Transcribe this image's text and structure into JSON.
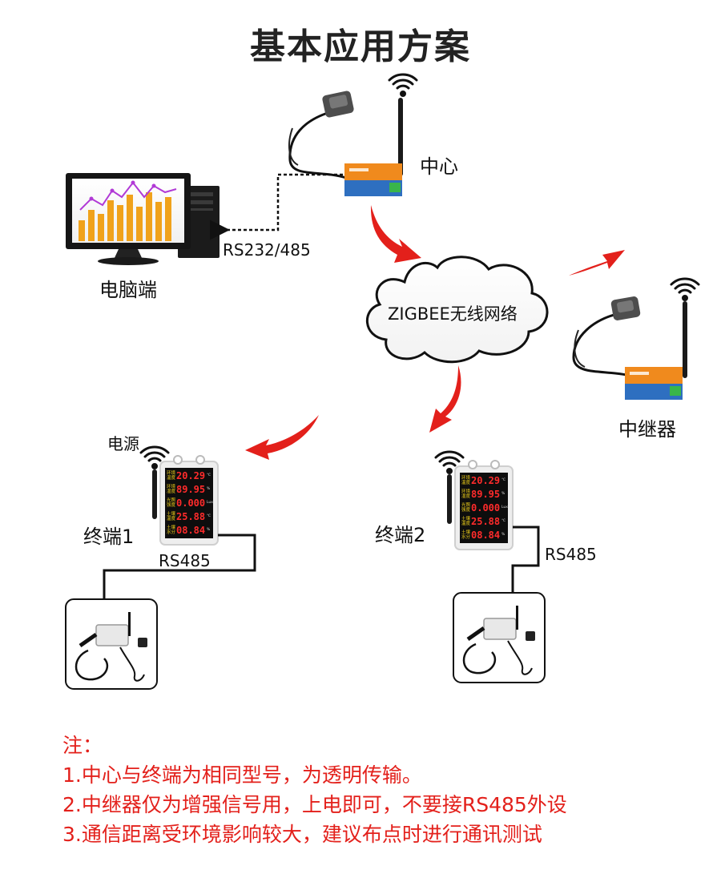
{
  "title": "基本应用方案",
  "nodes": {
    "center": "中心",
    "pc": "电脑端",
    "network": "ZIGBEE无线网络",
    "repeater": "中继器",
    "power": "电源",
    "terminal1": "终端1",
    "terminal2": "终端2"
  },
  "links": {
    "pc_link": "RS232/485",
    "rs485_1": "RS485",
    "rs485_2": "RS485"
  },
  "display": {
    "rows": [
      "环境温度",
      "环境湿度",
      "光照强度",
      "土壤温度",
      "土壤水分"
    ],
    "values": [
      "20.29",
      "89.95",
      "0.000",
      "25.88",
      "08.84"
    ],
    "units": [
      "℃",
      "%",
      "Lux",
      "℃",
      "%"
    ]
  },
  "notes": {
    "header": "注：",
    "line1": "1.中心与终端为相同型号，为透明传输。",
    "line2": "2.中继器仅为增强信号用，上电即可，不要接RS485外设",
    "line3": "3.通信距离受环境影响较大，建议布点时进行通讯测试"
  },
  "colors": {
    "arrow": "#e3201b",
    "led": "#ff2b2b",
    "note": "#e3201b",
    "device_orange": "#f08a1d",
    "device_blue": "#2e6fc0"
  }
}
